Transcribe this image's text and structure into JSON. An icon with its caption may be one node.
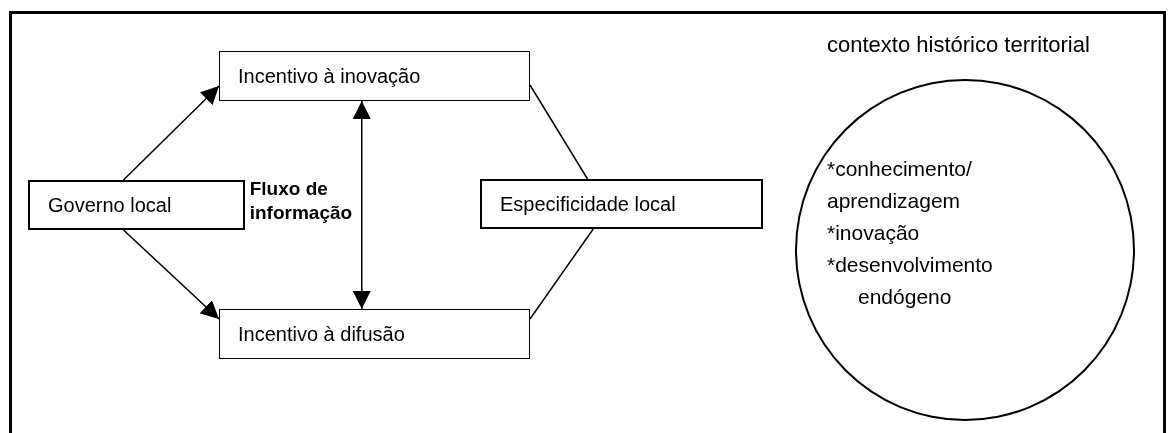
{
  "diagram": {
    "nodes": [
      {
        "text": [
          "contexto histórico territorial"
        ]
      },
      {
        "text": [
          "Incentivo à inovação"
        ],
        "in": 0
      },
      {
        "text": [
          "Governo local"
        ],
        "in": 0
      },
      {
        "text": [
          "Especificidade local"
        ],
        "in": 0
      },
      {
        "text": [
          "Incentivo à difusão"
        ],
        "in": 0
      },
      {
        "text": [
          "*conhecimento/ aprendizagem",
          "*inovação",
          "*desenvolvimento endógeno"
        ],
        "in": 0
      }
    ],
    "edges": [
      {
        "from": 2,
        "to": 1,
        "arrow": "to"
      },
      {
        "from": 2,
        "to": 4,
        "arrow": "to"
      },
      {
        "from": 1,
        "to": 3,
        "arrow": "none"
      },
      {
        "from": 4,
        "to": 3,
        "arrow": "none"
      },
      {
        "from": 1,
        "to": 4,
        "arrow": "both",
        "label": "Fluxo de informação"
      }
    ]
  }
}
